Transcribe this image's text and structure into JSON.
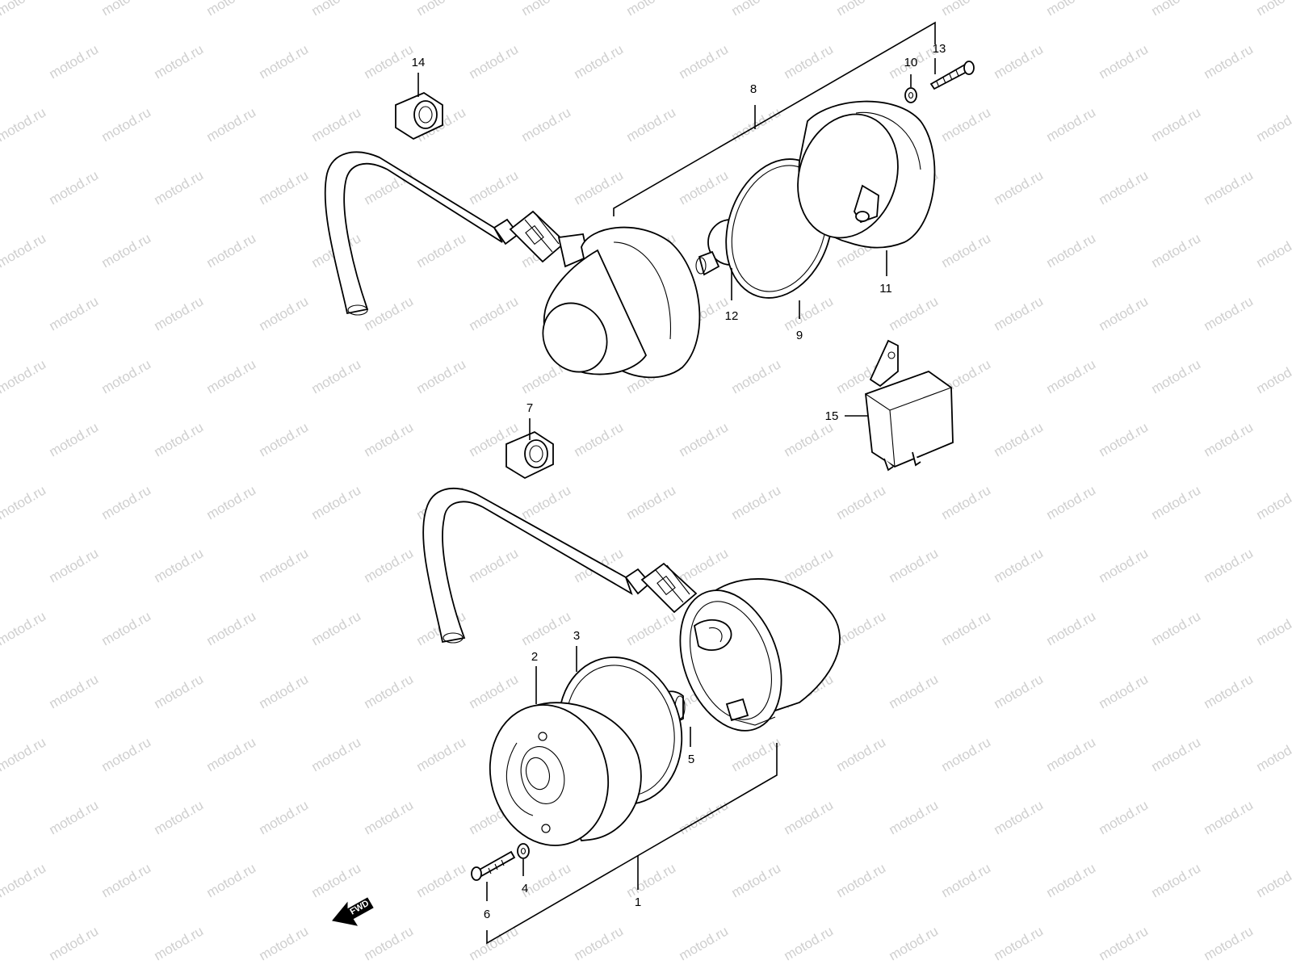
{
  "watermark": "motod.ru",
  "fwd_label": "FWD",
  "callouts": [
    {
      "id": "1",
      "text": "1"
    },
    {
      "id": "2",
      "text": "2"
    },
    {
      "id": "3",
      "text": "3"
    },
    {
      "id": "4",
      "text": "4"
    },
    {
      "id": "5",
      "text": "5"
    },
    {
      "id": "6",
      "text": "6"
    },
    {
      "id": "7",
      "text": "7"
    },
    {
      "id": "8",
      "text": "8"
    },
    {
      "id": "9",
      "text": "9"
    },
    {
      "id": "10",
      "text": "10"
    },
    {
      "id": "11",
      "text": "11"
    },
    {
      "id": "12",
      "text": "12"
    },
    {
      "id": "13",
      "text": "13"
    },
    {
      "id": "14",
      "text": "14"
    },
    {
      "id": "15",
      "text": "15"
    }
  ]
}
